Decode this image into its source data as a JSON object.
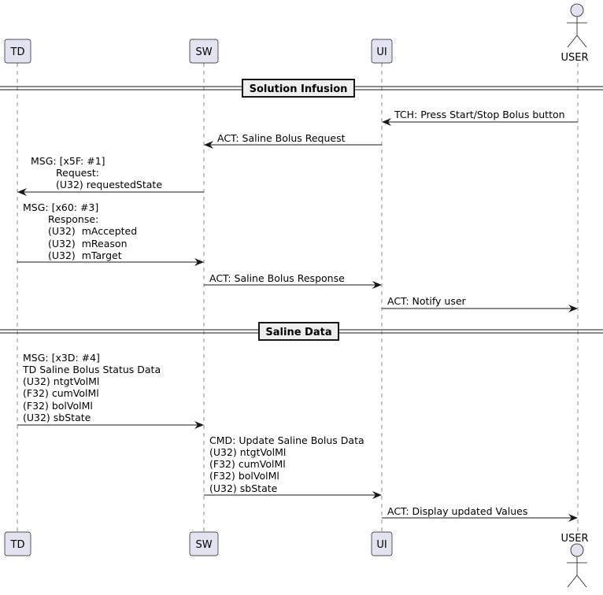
{
  "participants": {
    "td": "TD",
    "sw": "SW",
    "ui": "UI",
    "user": "USER"
  },
  "dividers": {
    "solution_infusion": "Solution Infusion",
    "saline_data": "Saline Data"
  },
  "messages": {
    "m1": [
      "TCH: Press Start/Stop Bolus button"
    ],
    "m2": [
      "ACT: Saline Bolus Request"
    ],
    "m3": [
      "MSG: [x5F: #1]",
      "Request:",
      "(U32) requestedState"
    ],
    "m4": [
      "MSG: [x60: #3]",
      "Response:",
      "(U32)  mAccepted",
      "(U32)  mReason",
      "(U32)  mTarget"
    ],
    "m5": [
      "ACT: Saline Bolus Response"
    ],
    "m6": [
      "ACT: Notify user"
    ],
    "m7": [
      "MSG: [x3D: #4]",
      "TD Saline Bolus Status Data",
      "(U32) ntgtVolMl",
      "(F32) cumVolMl",
      "(F32) bolVolMl",
      "(U32) sbState"
    ],
    "m8": [
      "CMD: Update Saline Bolus Data",
      "(U32) ntgtVolMl",
      "(F32) cumVolMl",
      "(F32) bolVolMl",
      "(U32) sbState"
    ],
    "m9": [
      "ACT: Display updated Values"
    ]
  },
  "colors": {
    "participant_fill": "#e2e2f0",
    "participant_border": "#181818",
    "lifeline": "#888888",
    "divider_fill": "#eeeeee"
  }
}
